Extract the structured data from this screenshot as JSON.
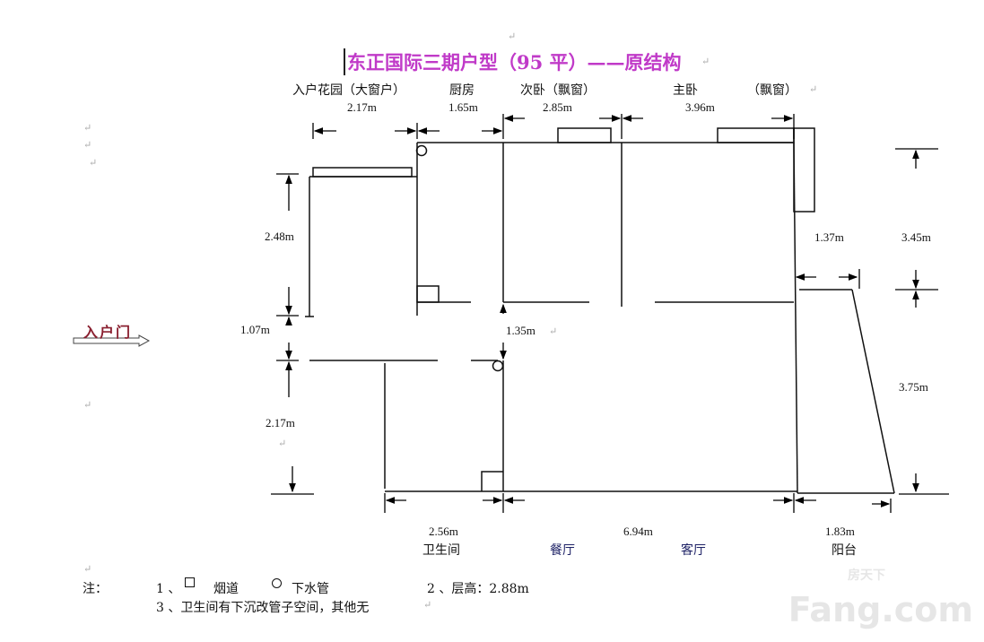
{
  "title": "东正国际三期户型（95 平）——原结构",
  "return_mark": "↵",
  "top_labels": {
    "garden": "入户花园（大窗户）",
    "kitchen": "厨房",
    "second_bedroom": "次卧（飘窗）",
    "master_bedroom": "主卧",
    "bay_window": "（飘窗）"
  },
  "top_dims": {
    "garden": "2.17m",
    "kitchen": "1.65m",
    "second_bedroom": "2.85m",
    "master_bedroom": "3.96m"
  },
  "left_dims": {
    "garden_depth": "2.48m",
    "entry": "1.07m",
    "bath_depth": "2.17m"
  },
  "center_dims": {
    "corridor": "1.35m"
  },
  "right_dims": {
    "bay": "1.37m",
    "upper": "3.45m",
    "lower": "3.75m"
  },
  "bottom_dims": {
    "bathroom": "2.56m",
    "living": "6.94m",
    "balcony": "1.83m"
  },
  "bottom_labels": {
    "bathroom": "卫生间",
    "dining": "餐厅",
    "living": "客厅",
    "balcony": "阳台"
  },
  "entry_door": "入户门",
  "notes": {
    "prefix": "注：",
    "n1": "1 、",
    "flue": "烟道",
    "drain": "下水管",
    "n2": "2 、层高：2.88m",
    "n3": "3 、卫生间有下沉改管子空间，其他无"
  },
  "watermark": {
    "brand": "Fang.com",
    "cn": "房天下"
  }
}
